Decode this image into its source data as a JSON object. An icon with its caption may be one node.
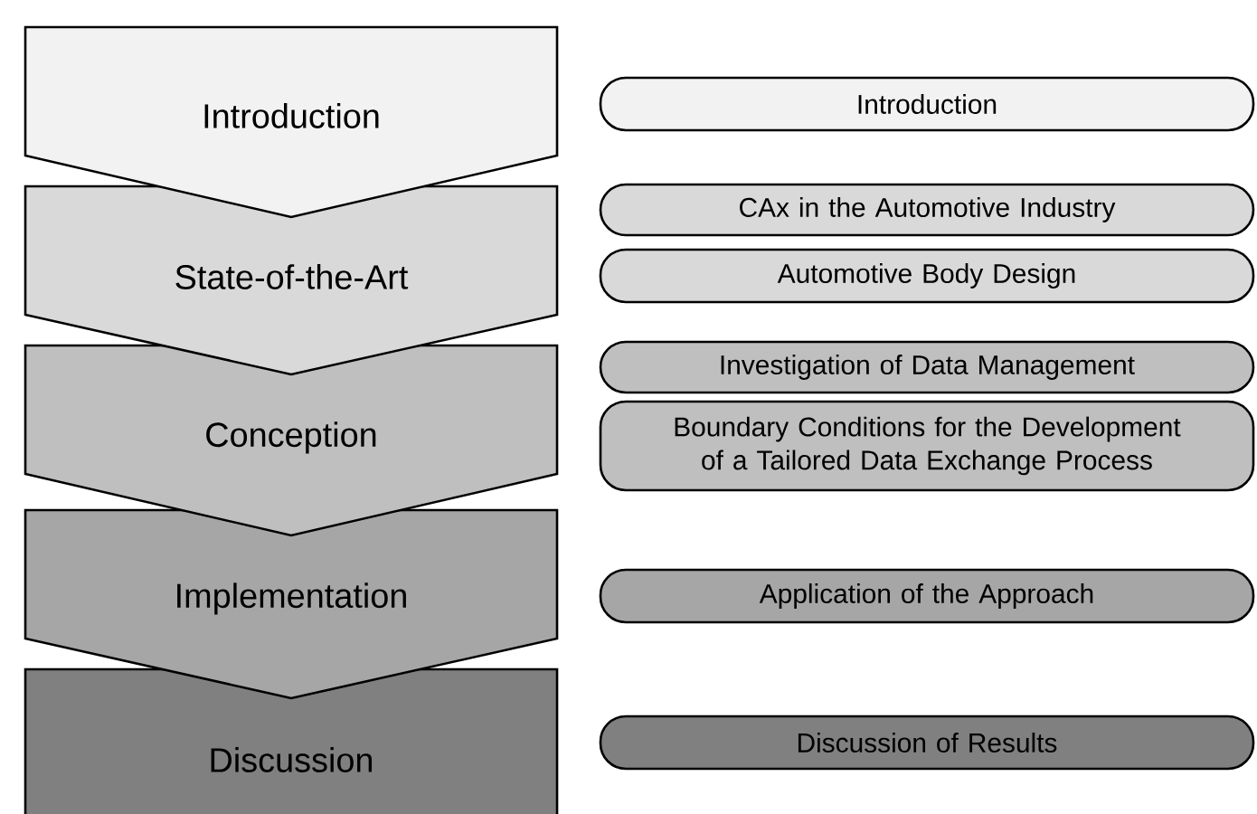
{
  "diagram": {
    "nodes": [
      {
        "text": [
          "Introduction"
        ]
      },
      {
        "text": [
          "State-of-the-Art"
        ]
      },
      {
        "text": [
          "Conception"
        ]
      },
      {
        "text": [
          "Implementation"
        ]
      },
      {
        "text": [
          "Discussion"
        ]
      },
      {
        "text": [
          "Introduction"
        ]
      },
      {
        "text": [
          "CAx in the Automotive Industry"
        ]
      },
      {
        "text": [
          "Automotive Body Design"
        ]
      },
      {
        "text": [
          "Investigation of Data Management"
        ]
      },
      {
        "text": [
          "Boundary Conditions for the Development of a Tailored Data Exchange Process"
        ]
      },
      {
        "text": [
          "Application of the Approach"
        ]
      },
      {
        "text": [
          "Discussion of Results"
        ]
      }
    ]
  }
}
